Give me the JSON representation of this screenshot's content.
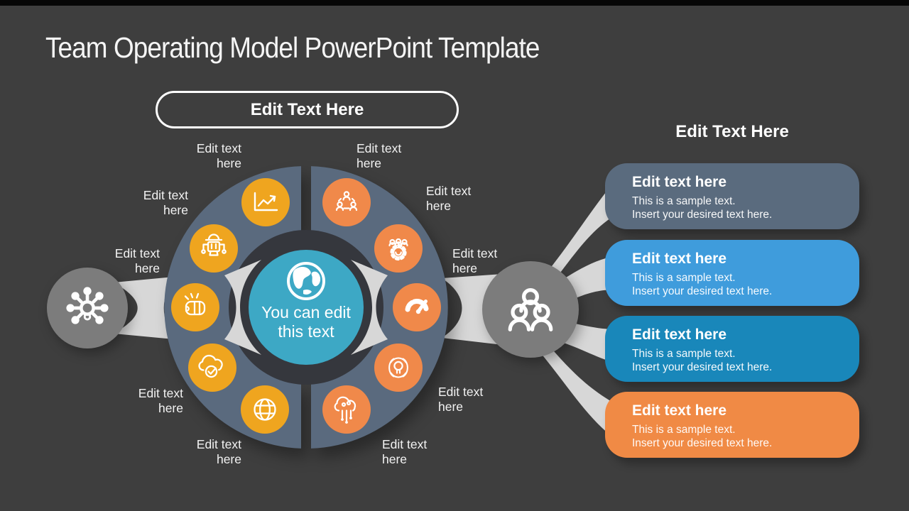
{
  "slide": {
    "title": "Team Operating Model PowerPoint Template",
    "top_button": {
      "label": "Edit Text Here"
    },
    "center_circle": {
      "icon": "globe-icon",
      "line1": "You can edit",
      "line2": "this text",
      "color": "#3da8c5"
    },
    "ring": {
      "left_half_color": "#5a6a7e",
      "right_half_color": "#5a6a7e",
      "left_icon_color": "#efa51f",
      "right_icon_color": "#f0894a",
      "icons_left": [
        "line-chart-icon",
        "robot-icon",
        "punch-icon",
        "cloud-check-icon",
        "globe-grid-icon"
      ],
      "icons_right": [
        "people-network-icon",
        "team-gear-icon",
        "gauge-icon",
        "idea-icon",
        "tree-circuit-icon"
      ],
      "labels": [
        {
          "id": "left-top",
          "line1": "Edit text",
          "line2": "here"
        },
        {
          "id": "left-upper",
          "line1": "Edit text",
          "line2": "here"
        },
        {
          "id": "left-mid",
          "line1": "Edit text",
          "line2": "here"
        },
        {
          "id": "left-lower",
          "line1": "Edit text",
          "line2": "here"
        },
        {
          "id": "left-bottom",
          "line1": "Edit text",
          "line2": "here"
        },
        {
          "id": "right-top",
          "line1": "Edit text",
          "line2": "here"
        },
        {
          "id": "right-upper",
          "line1": "Edit text",
          "line2": "here"
        },
        {
          "id": "right-mid",
          "line1": "Edit text",
          "line2": "here"
        },
        {
          "id": "right-lower",
          "line1": "Edit text",
          "line2": "here"
        },
        {
          "id": "right-bottom",
          "line1": "Edit text",
          "line2": "here"
        }
      ]
    },
    "left_node": {
      "icon": "hub-network-icon",
      "color": "#7c7c7c"
    },
    "right_node": {
      "icon": "team-people-icon",
      "color": "#7c7c7c"
    },
    "right_panel": {
      "heading": "Edit Text Here",
      "boxes": [
        {
          "title": "Edit text here",
          "body_line1": "This is a sample text.",
          "body_line2": "Insert your desired text here.",
          "color": "#5a6b7e"
        },
        {
          "title": "Edit text here",
          "body_line1": "This is a sample text.",
          "body_line2": "Insert your desired text here.",
          "color": "#3f9cdc"
        },
        {
          "title": "Edit text here",
          "body_line1": "This is a sample text.",
          "body_line2": "Insert your desired text here.",
          "color": "#1987ba"
        },
        {
          "title": "Edit text here",
          "body_line1": "This is a sample text.",
          "body_line2": "Insert your desired text here.",
          "color": "#f08a45"
        }
      ]
    },
    "colors": {
      "background": "#3e3e3e",
      "top_strip": "#060606",
      "ribbon": "#d7d7d7",
      "inner_ring": "#35373d"
    }
  }
}
